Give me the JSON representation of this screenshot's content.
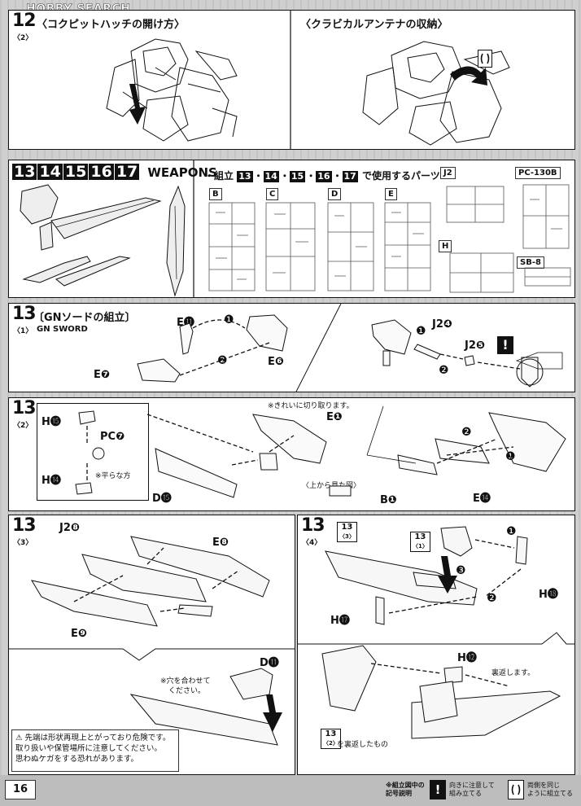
{
  "watermark": "HOBBY SEARCH",
  "step12": {
    "number": "12",
    "sub": "〈2〉",
    "title_left": "〈コクピットハッチの開け方〉",
    "title_right": "〈クラビカルアンテナの収納〉"
  },
  "weapons": {
    "numbers": [
      "13",
      "14",
      "15",
      "16",
      "17"
    ],
    "label": "WEAPONS",
    "parts_intro": "・組立",
    "parts_nums": [
      "13",
      "14",
      "15",
      "16",
      "17"
    ],
    "parts_suffix": "で使用するパーツ",
    "runners": [
      "B",
      "C",
      "D",
      "E",
      "J2",
      "PC-130B",
      "H",
      "SB-8"
    ]
  },
  "step13_1": {
    "number": "13",
    "sub": "〈1〉",
    "title": "〔GNソードの組立〕",
    "subtitle": "GN SWORD",
    "parts": [
      "E⓫",
      "E❻",
      "E❼",
      "J2❹",
      "J2❺"
    ],
    "arrows": [
      "❶",
      "❷"
    ],
    "warn": "!"
  },
  "step13_2": {
    "number": "13",
    "sub": "〈2〉",
    "parts": [
      "H⓯",
      "PC❼",
      "H⓮",
      "D⓯",
      "E❶",
      "B❶",
      "E⓮"
    ],
    "note_flat": "※平らな方",
    "note_cut": "※きれいに切り取ります。",
    "note_top": "〈上から見た図〉",
    "arrows": [
      "❶",
      "❷"
    ]
  },
  "step13_3": {
    "number": "13",
    "sub": "〈3〉",
    "parts": [
      "J2❽",
      "E❽",
      "E❾",
      "D⓫"
    ],
    "note_hole_1": "※穴を合わせて",
    "note_hole_2": "ください。"
  },
  "step13_4": {
    "number": "13",
    "sub": "〈4〉",
    "ref_a_num": "13",
    "ref_a_sub": "〈3〉",
    "ref_b_num": "13",
    "ref_b_sub": "〈1〉",
    "ref_c_num": "13",
    "ref_c_sub": "〈2〉",
    "parts": [
      "H⓲",
      "H⓱",
      "H⓬"
    ],
    "arrows": [
      "❶",
      "❷",
      "❸"
    ],
    "note_back": "裏返します。",
    "note_reverse": "を裏返したもの"
  },
  "warning": {
    "line1": "⚠ 先端は形状再現上とがっており危険です。",
    "line2": "取り扱いや保管場所に注意してください。",
    "line3": "思わぬケガをする恐れがあります。"
  },
  "footer": {
    "page": "16",
    "legend_title_1": "※組立図中の",
    "legend_title_2": "記号説明",
    "legend_a_1": "向きに注意して",
    "legend_a_2": "組み立てる",
    "legend_a_icon": "!",
    "legend_b_1": "両側を同じ",
    "legend_b_2": "ように組立てる"
  },
  "colors": {
    "ink": "#111111",
    "paper": "#ffffff",
    "frame": "#cfcfcf"
  }
}
